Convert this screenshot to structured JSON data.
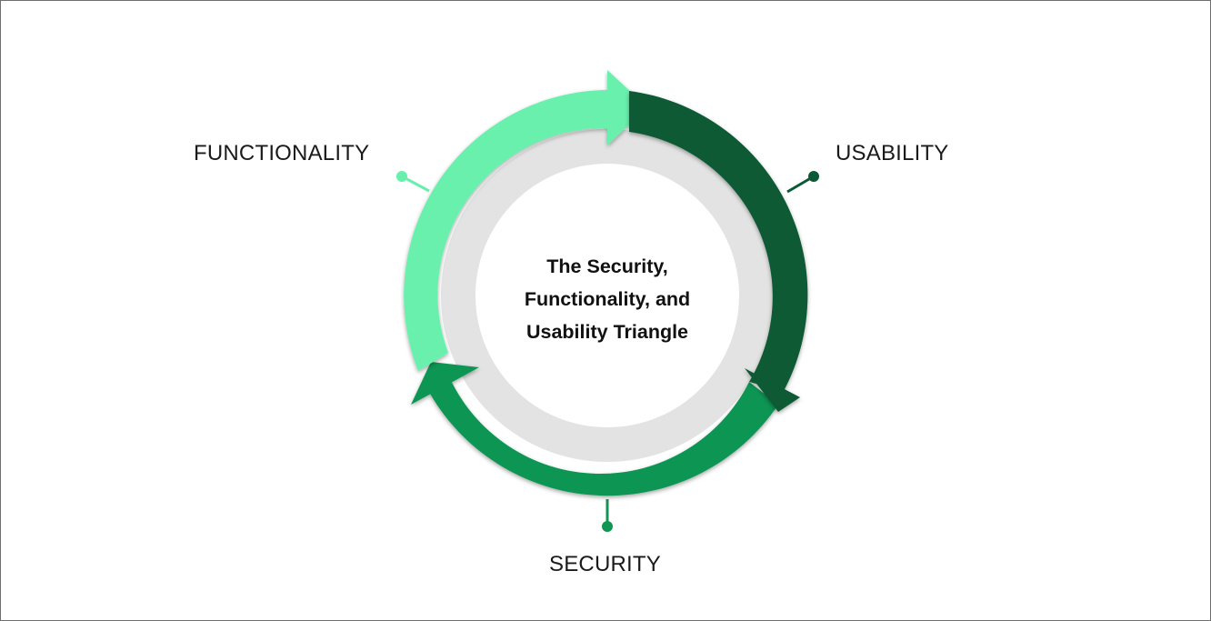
{
  "center": {
    "lines": [
      "The Security,",
      "Functionality, and",
      "Usability Triangle"
    ]
  },
  "labels": {
    "functionality": "FUNCTIONALITY",
    "usability": "USABILITY",
    "security": "SECURITY"
  },
  "colors": {
    "functionality": "#67f0ac",
    "usability": "#0a5a35",
    "security": "#119553",
    "inner_ring": "#e3e3e3",
    "center_disc": "#ffffff",
    "border": "#6f6f6f"
  }
}
